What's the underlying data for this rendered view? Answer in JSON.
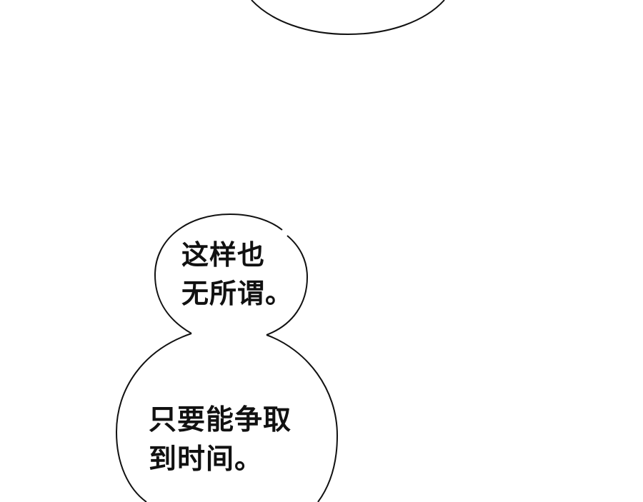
{
  "bubbles": [
    {
      "lines": [
        "这样也",
        "无所谓。"
      ]
    },
    {
      "lines": [
        "只要能争取",
        "到时间。"
      ]
    }
  ],
  "colors": {
    "background": "#ffffff",
    "ink": "#111111"
  }
}
